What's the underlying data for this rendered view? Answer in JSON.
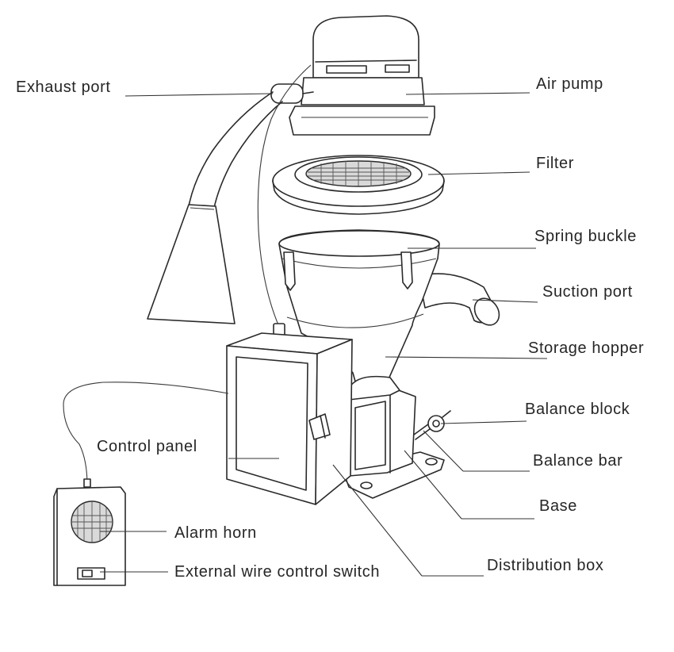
{
  "labels": {
    "exhaust_port": "Exhaust port",
    "air_pump": "Air pump",
    "filter": "Filter",
    "spring_buckle": "Spring buckle",
    "suction_port": "Suction port",
    "storage_hopper": "Storage hopper",
    "balance_block": "Balance block",
    "control_panel": "Control panel",
    "balance_bar": "Balance bar",
    "base": "Base",
    "alarm_horn": "Alarm horn",
    "external_wire_control_switch": "External wire control switch",
    "distribution_box": "Distribution box"
  }
}
